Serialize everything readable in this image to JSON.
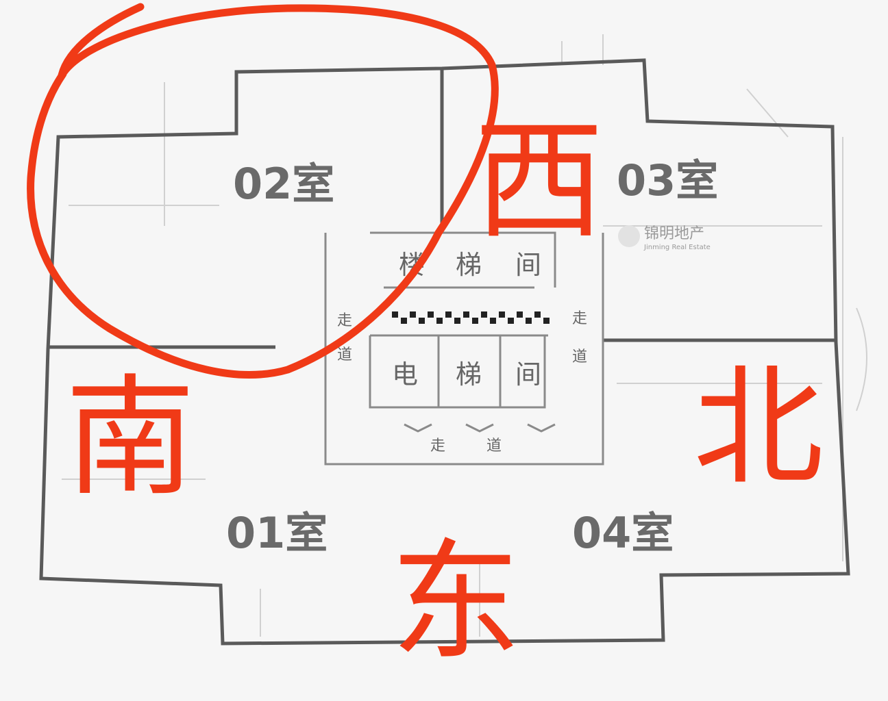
{
  "rooms": {
    "r01": "01室",
    "r02": "02室",
    "r03": "03室",
    "r04": "04室"
  },
  "core": {
    "stairs": [
      "楼",
      "梯",
      "间"
    ],
    "elevator": [
      "电",
      "梯",
      "间"
    ]
  },
  "corridor": {
    "left": [
      "走",
      "道"
    ],
    "right": [
      "走",
      "道"
    ],
    "bottom": [
      "走",
      "道"
    ]
  },
  "watermark": {
    "cn": "锦明地产",
    "en": "Jinming Real Estate"
  },
  "annotations": {
    "west": "西",
    "east": "东",
    "south": "南",
    "north": "北",
    "color": "#f03a17"
  }
}
